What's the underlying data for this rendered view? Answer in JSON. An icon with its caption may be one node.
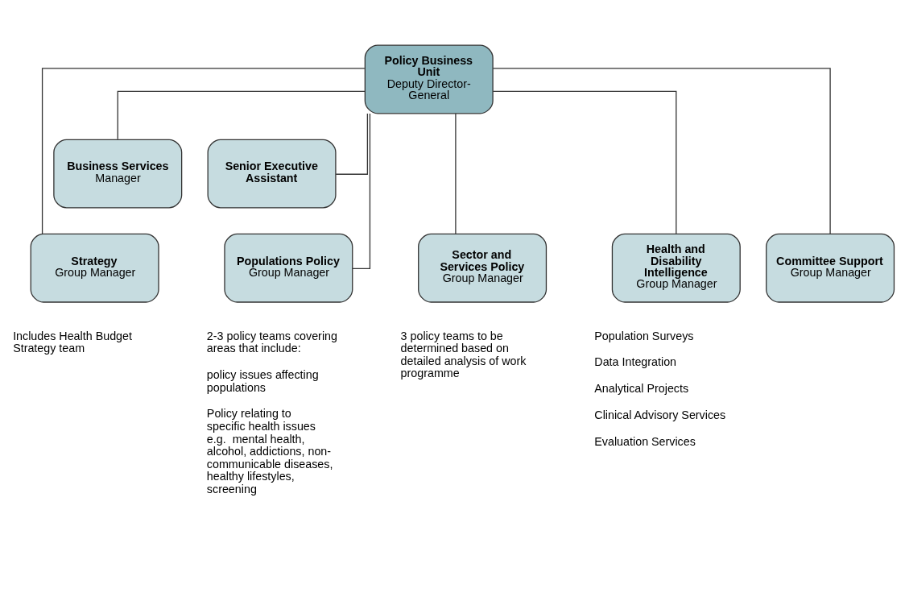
{
  "diagram": {
    "nodes": [
      {
        "text": [
          "Policy Business Unit",
          "Deputy Director-General"
        ]
      },
      {
        "text": [
          "Business Services",
          "Manager"
        ]
      },
      {
        "text": [
          "Senior Executive Assistant"
        ]
      },
      {
        "text": [
          "Strategy",
          "Group Manager"
        ],
        "beside": [
          "Includes Health Budget Strategy team"
        ]
      },
      {
        "text": [
          "Populations Policy",
          "Group Manager"
        ],
        "beside": [
          "2-3 policy teams covering areas that include:",
          "policy issues affecting populations",
          "Policy relating to specific health issues e.g.  mental health, alcohol, addictions, non-communicable diseases, healthy lifestyles, screening"
        ]
      },
      {
        "text": [
          "Sector and Services Policy",
          "Group Manager"
        ],
        "beside": [
          "3 policy teams to be determined based on detailed analysis of work programme"
        ]
      },
      {
        "text": [
          "Health and Disability Intelligence",
          "Group Manager"
        ],
        "beside": [
          "Population Surveys",
          "Data Integration",
          "Analytical Projects",
          "Clinical Advisory Services",
          "Evaluation Services"
        ]
      },
      {
        "text": [
          "Committee Support",
          "Group Manager"
        ]
      }
    ],
    "edges": [
      {
        "from": 0,
        "to": 1,
        "arrow": "none"
      },
      {
        "from": 0,
        "to": 2,
        "arrow": "none"
      },
      {
        "from": 0,
        "to": 3,
        "arrow": "none"
      },
      {
        "from": 0,
        "to": 4,
        "arrow": "none"
      },
      {
        "from": 0,
        "to": 5,
        "arrow": "none"
      },
      {
        "from": 0,
        "to": 6,
        "arrow": "none"
      },
      {
        "from": 0,
        "to": 7,
        "arrow": "none"
      }
    ]
  }
}
